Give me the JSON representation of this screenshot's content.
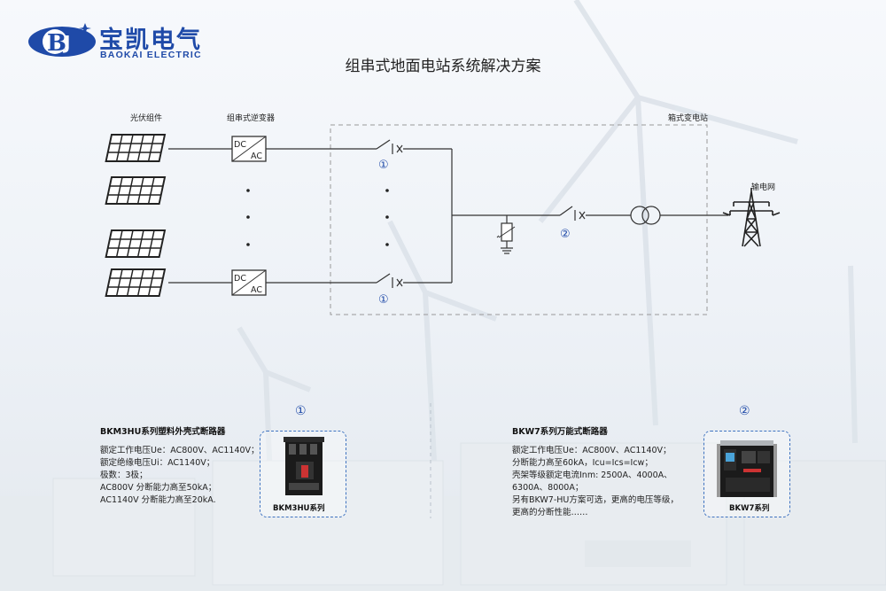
{
  "brand": {
    "name_cn": "宝凯电气",
    "name_en": "BAOKAI ELECTRIC"
  },
  "title": "组串式地面电站系统解决方案",
  "diagram": {
    "pv_label": "光伏组件",
    "inverter_label": "组串式逆变器",
    "substation_label": "箱式变电站",
    "grid_label": "输电网",
    "inverter_dc": "DC",
    "inverter_ac": "AC",
    "marker_1": "①",
    "marker_2": "②"
  },
  "products": [
    {
      "marker": "①",
      "title": "BKM3HU系列塑料外壳式断路器",
      "specs": [
        "额定工作电压Ue：AC800V、AC1140V；",
        "额定绝缘电压Ui：AC1140V；",
        "极数：3极；",
        "AC800V 分断能力高至50kA；",
        "AC1140V 分断能力高至20kA."
      ],
      "image_label": "BKM3HU系列"
    },
    {
      "marker": "②",
      "title": "BKW7系列万能式断路器",
      "specs": [
        "额定工作电压Ue：AC800V、AC1140V；",
        "分断能力高至60kA，Icu=Ics=Icw；",
        "壳架等级额定电流Inm: 2500A、4000A、",
        "6300A、8000A；",
        "另有BKW7-HU方案可选，更高的电压等级，",
        "更高的分断性能……"
      ],
      "image_label": "BKW7系列"
    }
  ],
  "colors": {
    "brand_blue": "#1f4aa8",
    "dashed_blue": "#3f73c0",
    "line": "#333333"
  }
}
